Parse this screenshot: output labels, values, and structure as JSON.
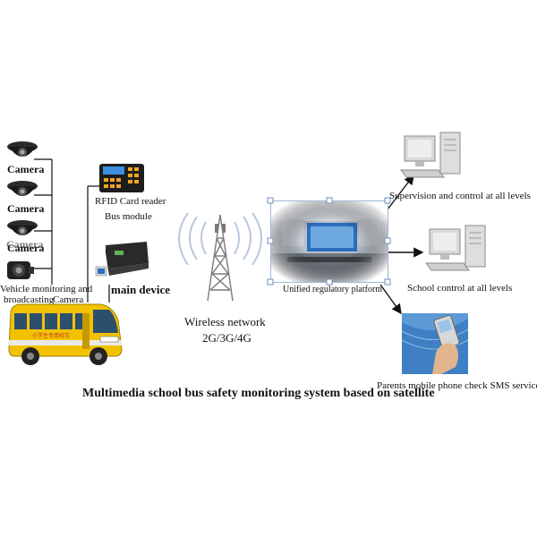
{
  "cameras": [
    "Camera",
    "Camera",
    "Camera"
  ],
  "camera_overlap_label": "Camera",
  "vehicle_label_line1": "Vehicle monitoring and",
  "vehicle_label_line2": "broadcasting",
  "vehicle_camera_label": "Camera",
  "rfid_label": "RFID Card reader",
  "bus_module_label": "Bus module",
  "main_device_label": "main device",
  "wireless_label_line1": "Wireless network",
  "wireless_label_line2": "2G/3G/4G",
  "platform_label": "Unified regulatory platform",
  "supervision_label": "Supervision and control at all levels",
  "school_control_label": "School control at all levels",
  "parents_label": "Parents mobile phone check SMS service",
  "caption": "Multimedia school bus safety monitoring system based on satellite",
  "bus_sign_text": "小学生专用校车",
  "colors": {
    "bus": "#f2c200",
    "tower": "#7a7a7a",
    "screen": "#2a6fbf"
  }
}
